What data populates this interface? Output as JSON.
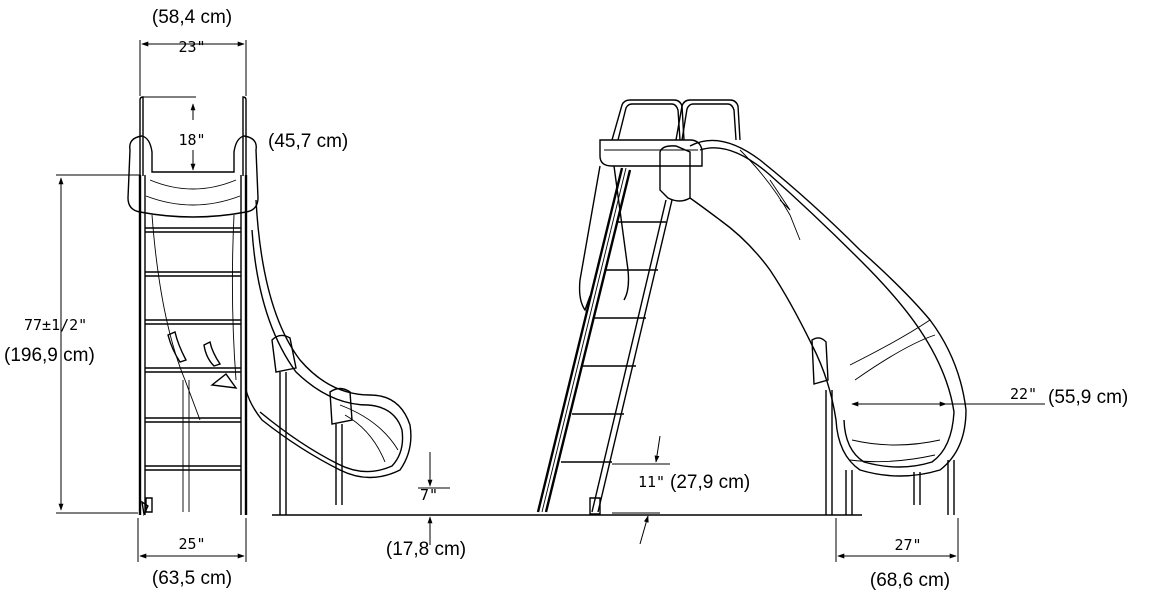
{
  "colors": {
    "line": "#000000",
    "background": "#ffffff"
  },
  "labels": {
    "top_width_cm": "(58,4 cm)",
    "top_width_in": "23\"",
    "inner_width_in": "18\"",
    "inner_width_cm": "(45,7 cm)",
    "height_in": "77±1/2\"",
    "height_cm": "(196,9 cm)",
    "base_width_in": "25\"",
    "base_width_cm": "(63,5 cm)",
    "exit_height_in": "7\"",
    "exit_height_cm": "(17,8 cm)",
    "ladder_step_in": "11\"",
    "ladder_step_cm": "(27,9 cm)",
    "flume_width_in": "22\"",
    "flume_width_cm": "(55,9 cm)",
    "side_base_in": "27\"",
    "side_base_cm": "(68,6 cm)"
  }
}
